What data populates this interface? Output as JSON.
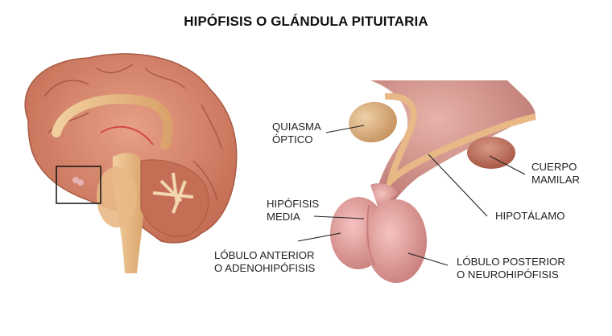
{
  "title": "HIPÓFISIS O GLÁNDULA PITUITARIA",
  "labels": {
    "quiasma": [
      "QUIASMA",
      "ÓPTICO"
    ],
    "cuerpo": [
      "CUERPO",
      "MAMILAR"
    ],
    "hipotalamo": [
      "HIPOTÁLAMO"
    ],
    "hipofisis_media": [
      "HIPÓFISIS",
      "MEDIA"
    ],
    "lobulo_anterior": [
      "LÓBULO ANTERIOR",
      "O ADENOHIPÓFISIS"
    ],
    "lobulo_posterior": [
      "LÓBULO POSTERIOR",
      "O NEUROHIPÓFISIS"
    ]
  },
  "colors": {
    "brain": "#d98a6f",
    "brain_dark": "#b8624c",
    "tan": "#e8b987",
    "pituitary": "#e2a0a0",
    "chiasm": "#d8a878"
  }
}
